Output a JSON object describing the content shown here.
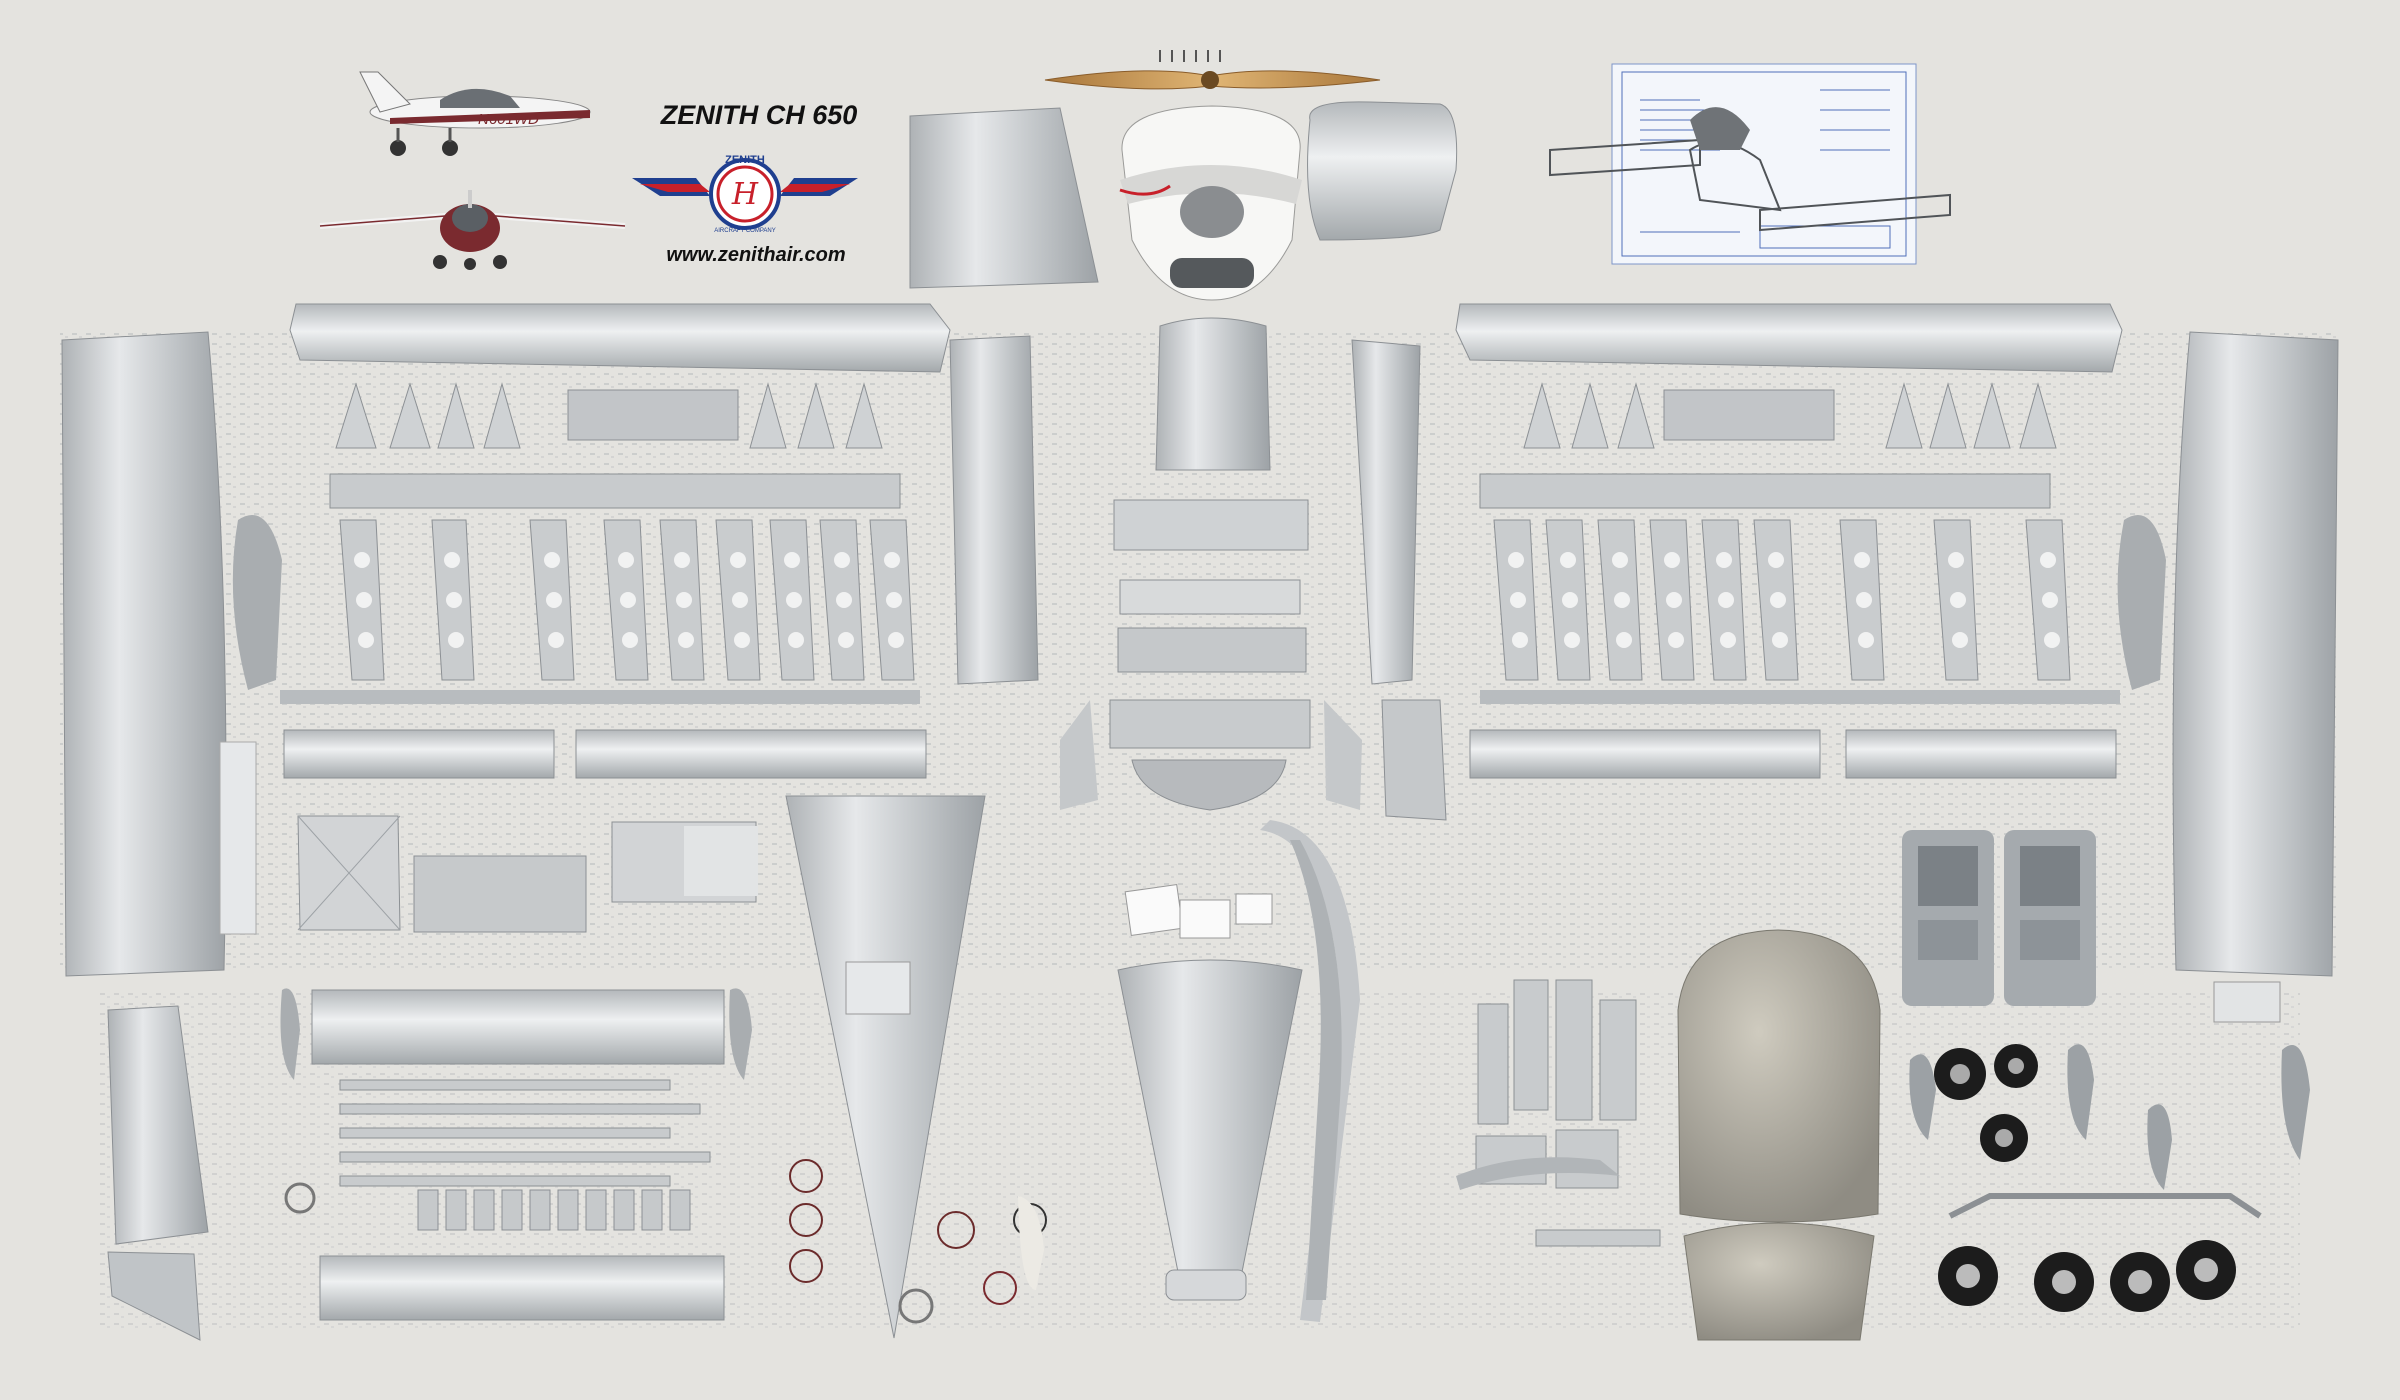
{
  "brand": {
    "title": "ZENITH CH 650",
    "logo_word": "ZENITH",
    "logo_subtitle": "AIRCRAFT COMPANY",
    "website": "www.zenithair.com",
    "aircraft_registration": "N601WD"
  },
  "colors": {
    "background": "#e4e3df",
    "aluminum": "#c8cbcd",
    "aluminum_dark": "#9ea3a7",
    "primer_gray": "#a9adb0",
    "wood_prop": "#c89651",
    "logo_red": "#c8202a",
    "logo_blue": "#1f3f8f",
    "aircraft_trim": "#7a2a2f",
    "seat_gray": "#8d9398",
    "tire_black": "#1c1c1c"
  },
  "icons": [
    "airplane-side-photo",
    "airplane-front-photo",
    "zenith-logo",
    "propeller",
    "blueprint-drawing",
    "engine-cowling",
    "canopy",
    "seat",
    "wheel"
  ]
}
